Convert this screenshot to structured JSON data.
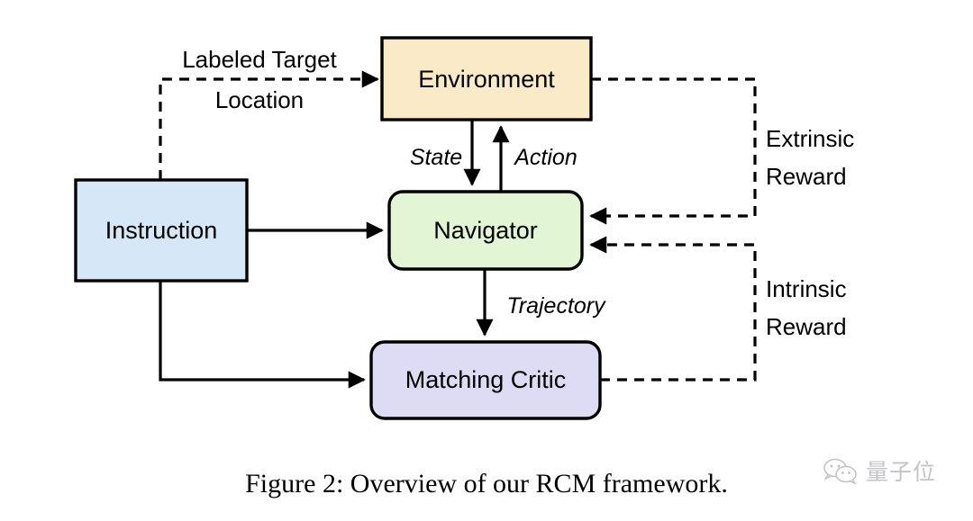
{
  "figure": {
    "caption": "Figure 2: Overview of our RCM framework.",
    "background": "#ffffff"
  },
  "nodes": [
    {
      "id": "environment",
      "label": "Environment",
      "shape": "rectangle",
      "fill": "#fbeac8",
      "stroke": "#000000"
    },
    {
      "id": "instruction",
      "label": "Instruction",
      "shape": "rectangle",
      "fill": "#d6e8f7",
      "stroke": "#000000"
    },
    {
      "id": "navigator",
      "label": "Navigator",
      "shape": "rounded-rectangle",
      "fill": "#e2f5d4",
      "stroke": "#000000"
    },
    {
      "id": "matching_critic",
      "label": "Matching Critic",
      "shape": "rounded-rectangle",
      "fill": "#dedcf5",
      "stroke": "#000000"
    }
  ],
  "edges": [
    {
      "id": "instruction-to-environment",
      "from": "instruction",
      "to": "environment",
      "style": "dashed",
      "label_line1": "Labeled Target",
      "label_line2": "Location"
    },
    {
      "id": "environment-to-navigator",
      "from": "environment",
      "to": "navigator",
      "style": "solid",
      "label": "State"
    },
    {
      "id": "navigator-to-environment",
      "from": "navigator",
      "to": "environment",
      "style": "solid",
      "label": "Action"
    },
    {
      "id": "instruction-to-navigator",
      "from": "instruction",
      "to": "navigator",
      "style": "solid",
      "label": ""
    },
    {
      "id": "navigator-to-matching-critic",
      "from": "navigator",
      "to": "matching_critic",
      "style": "solid",
      "label": "Trajectory"
    },
    {
      "id": "instruction-to-matching-critic",
      "from": "instruction",
      "to": "matching_critic",
      "style": "solid",
      "label": ""
    },
    {
      "id": "environment-to-navigator-reward",
      "from": "environment",
      "to": "navigator",
      "style": "dashed",
      "label_line1": "Extrinsic",
      "label_line2": "Reward"
    },
    {
      "id": "matching-critic-to-navigator-reward",
      "from": "matching_critic",
      "to": "navigator",
      "style": "dashed",
      "label_line1": "Intrinsic",
      "label_line2": "Reward"
    }
  ],
  "watermark": {
    "icon": "wechat-bubbles-icon",
    "text": "量子位"
  }
}
